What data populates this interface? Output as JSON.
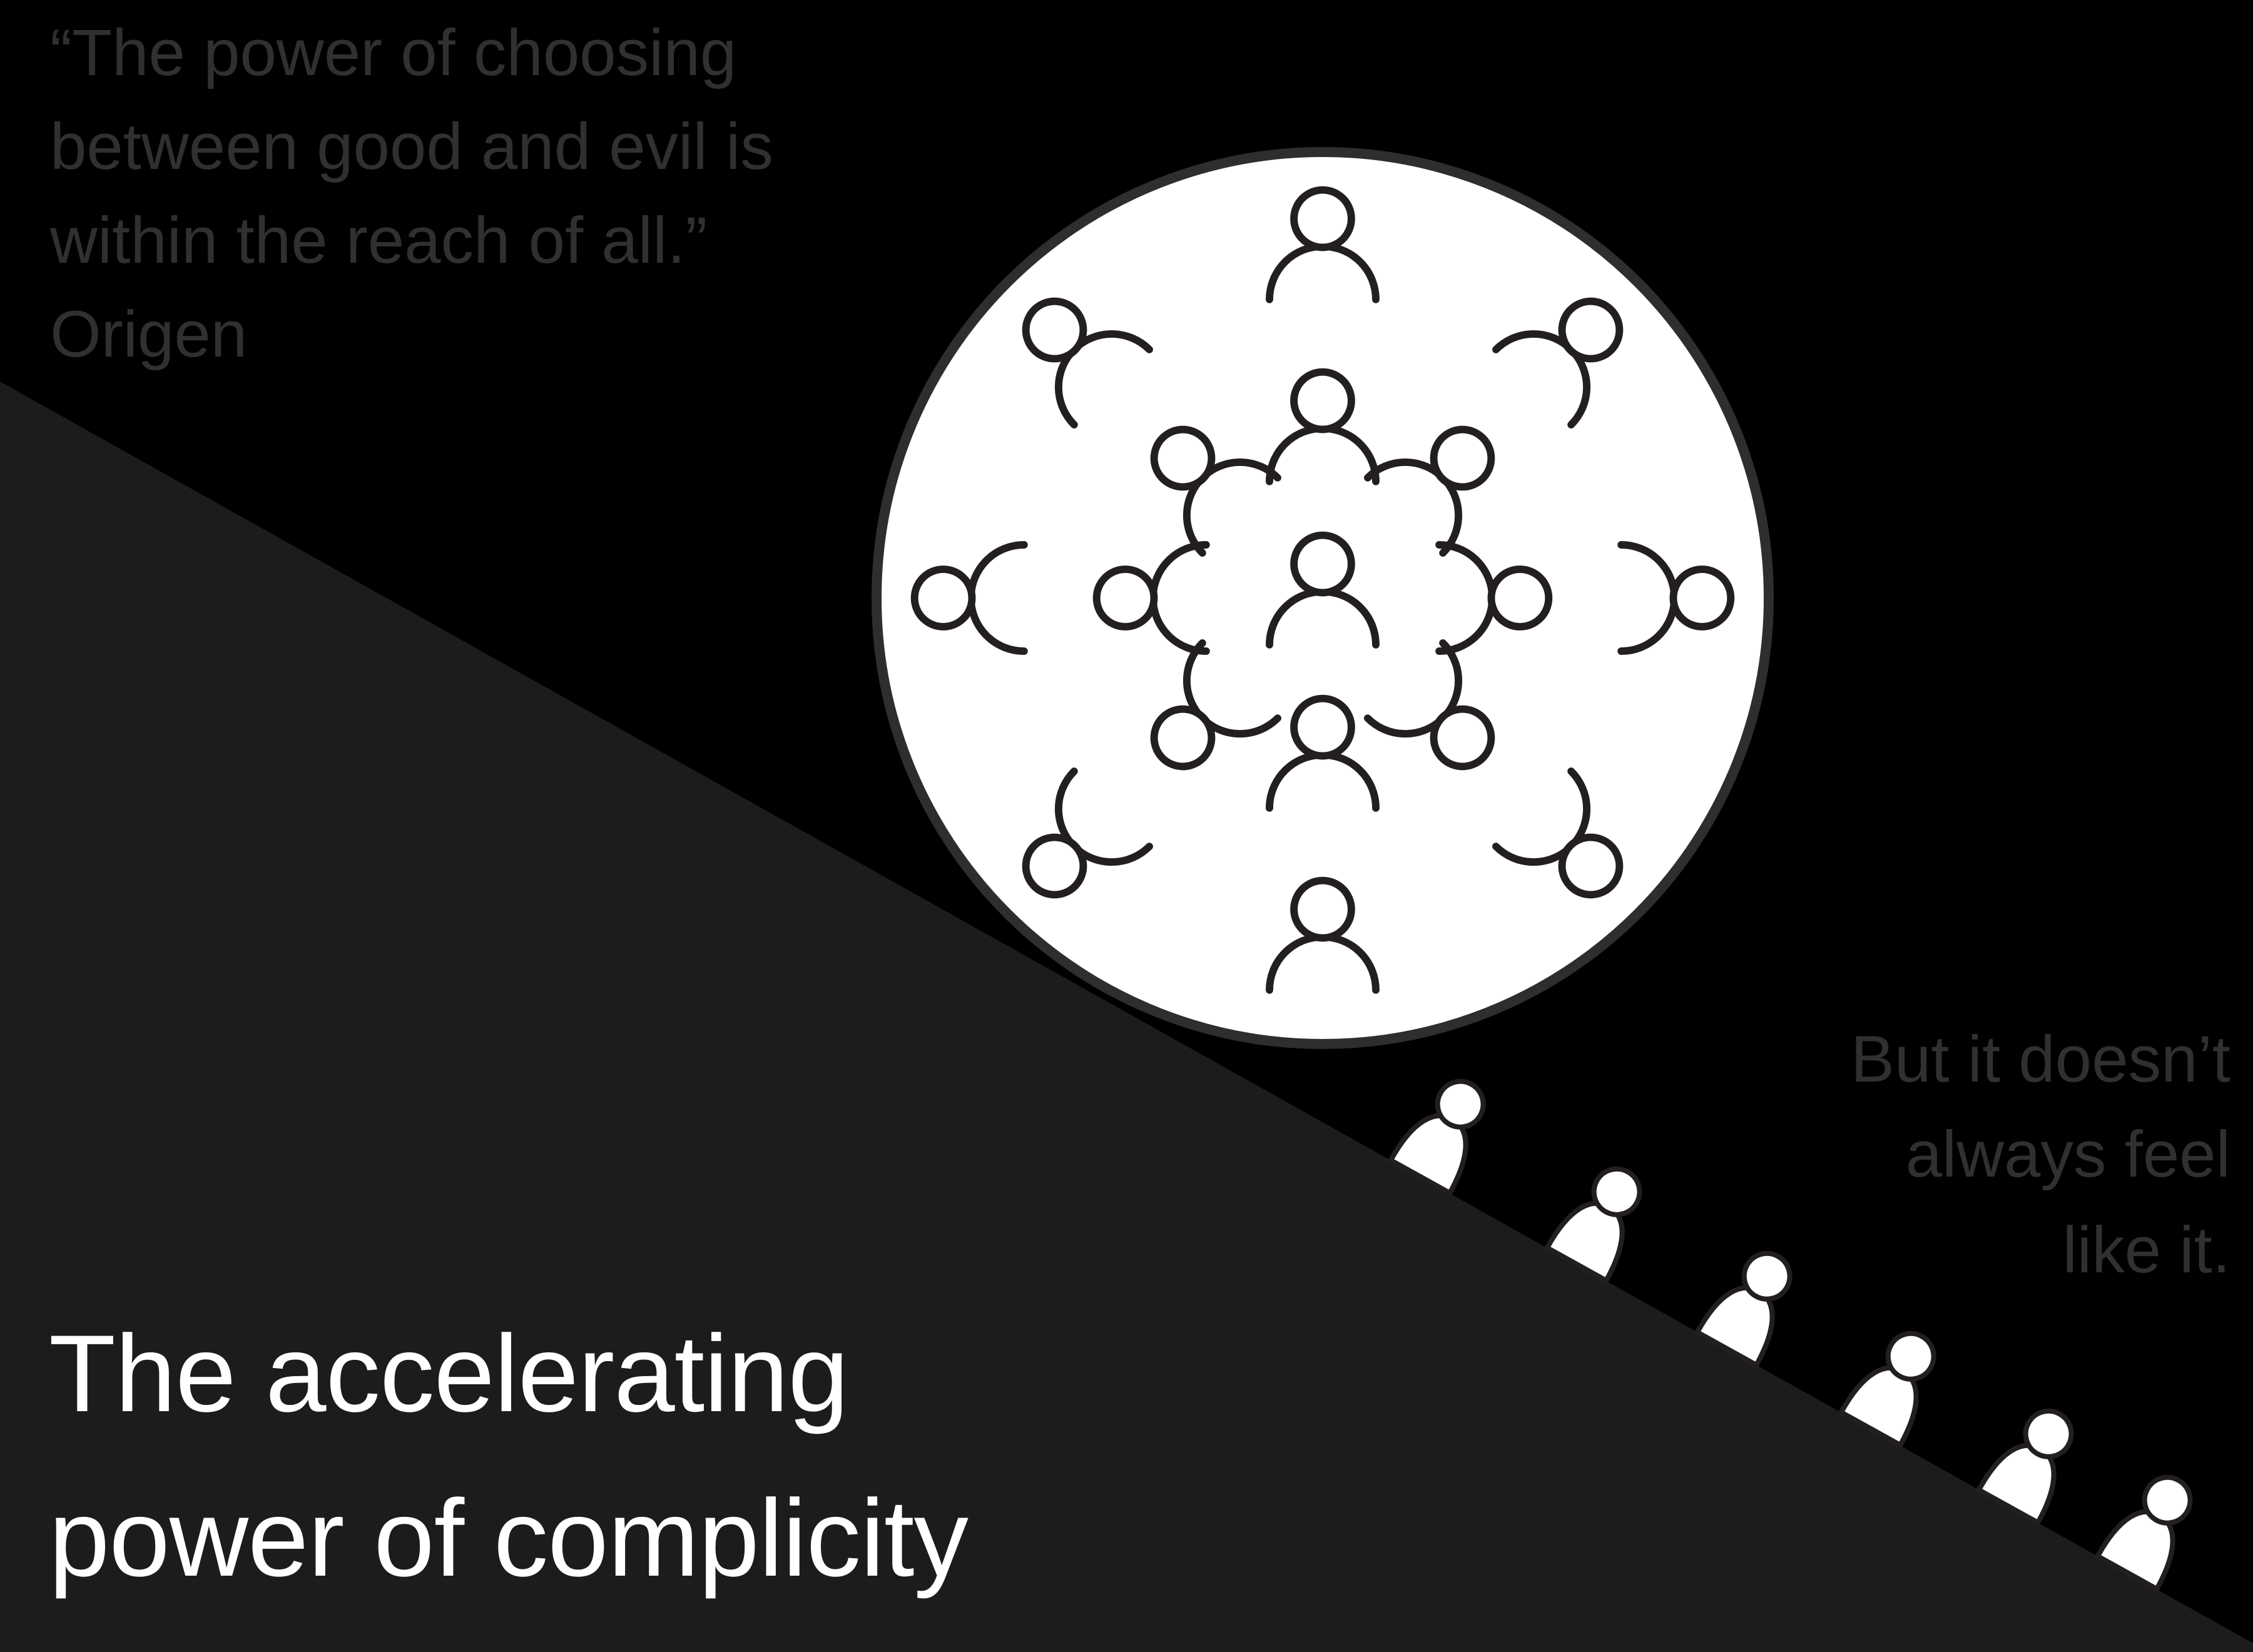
{
  "quote": {
    "line1": "“The power of choosing",
    "line2": "between good and evil is",
    "line3": "within the reach of all.”",
    "attribution": "Origen"
  },
  "aside": {
    "line1": "But it doesn’t",
    "line2": "always feel",
    "line3": "like it."
  },
  "title": {
    "line1": "The accelerating",
    "line2": "power of complicity"
  },
  "icons": {
    "snowball_figure": "person-outline-icon",
    "slope_figure": "person-filled-icon"
  },
  "colors": {
    "background": "#000000",
    "slope": "#1c1c1c",
    "muted_text": "#303030",
    "title_text": "#ffffff",
    "snowball_fill": "#ffffff",
    "snowball_rim": "#2e2e2e",
    "figure_outline": "#231f20"
  }
}
